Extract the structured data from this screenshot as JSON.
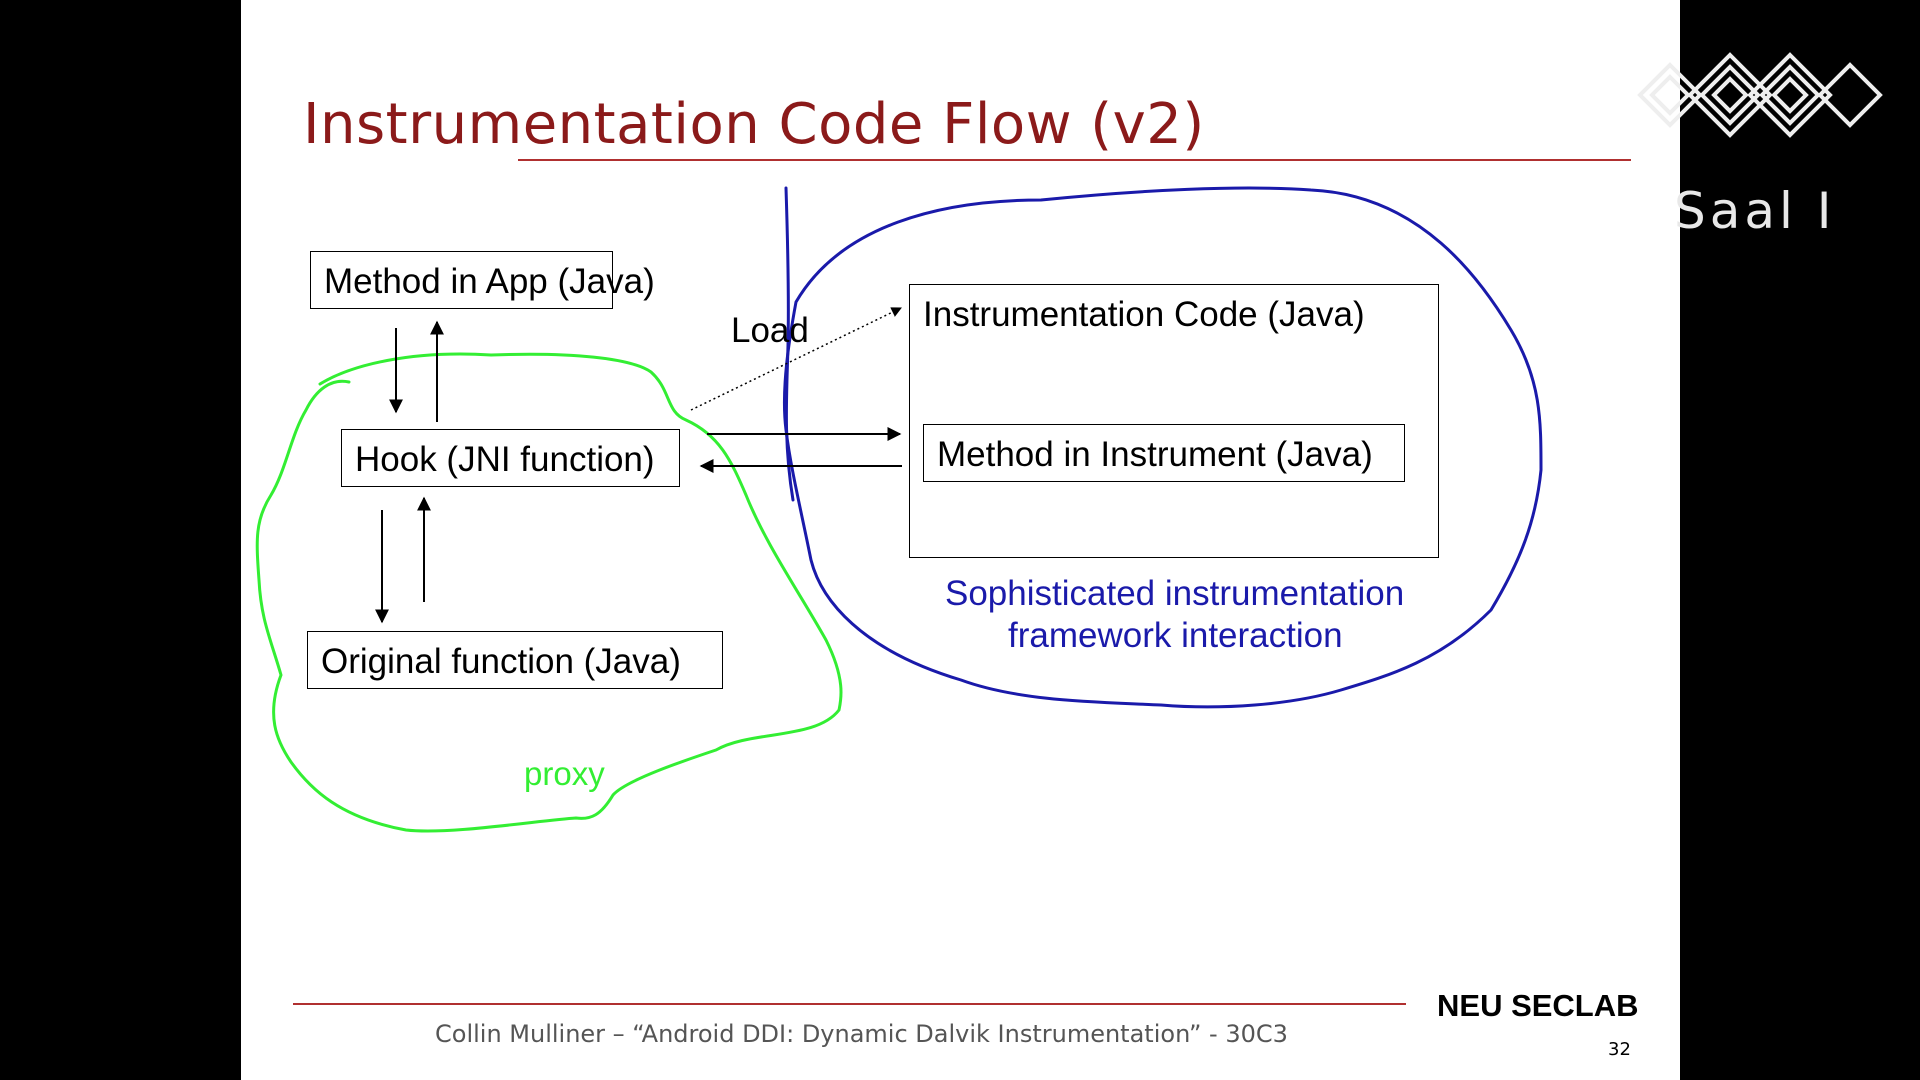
{
  "slide": {
    "title": "Instrumentation Code Flow (v2)",
    "colors": {
      "title": "#8b1a1a",
      "proxy": "#33ee33",
      "framework": "#1a1aaa",
      "rule": "#b03030"
    }
  },
  "diagram": {
    "boxes": {
      "method_in_app": "Method in App (Java)",
      "hook": "Hook (JNI function)",
      "original": "Original function (Java)",
      "instrumentation_code": "Instrumentation Code (Java)",
      "method_in_instrument": "Method in Instrument (Java)"
    },
    "load_label": "Load",
    "proxy_label": "proxy",
    "framework_label_line1": "Sophisticated instrumentation",
    "framework_label_line2": "framework interaction"
  },
  "footer": {
    "text": "Collin Mulliner –  “Android DDI: Dynamic Dalvik Instrumentation”  -  30C3",
    "brand": "NEU SECLAB",
    "page": "32"
  },
  "logo": {
    "text": "Saal I",
    "icon": "conference-logo-icon"
  }
}
